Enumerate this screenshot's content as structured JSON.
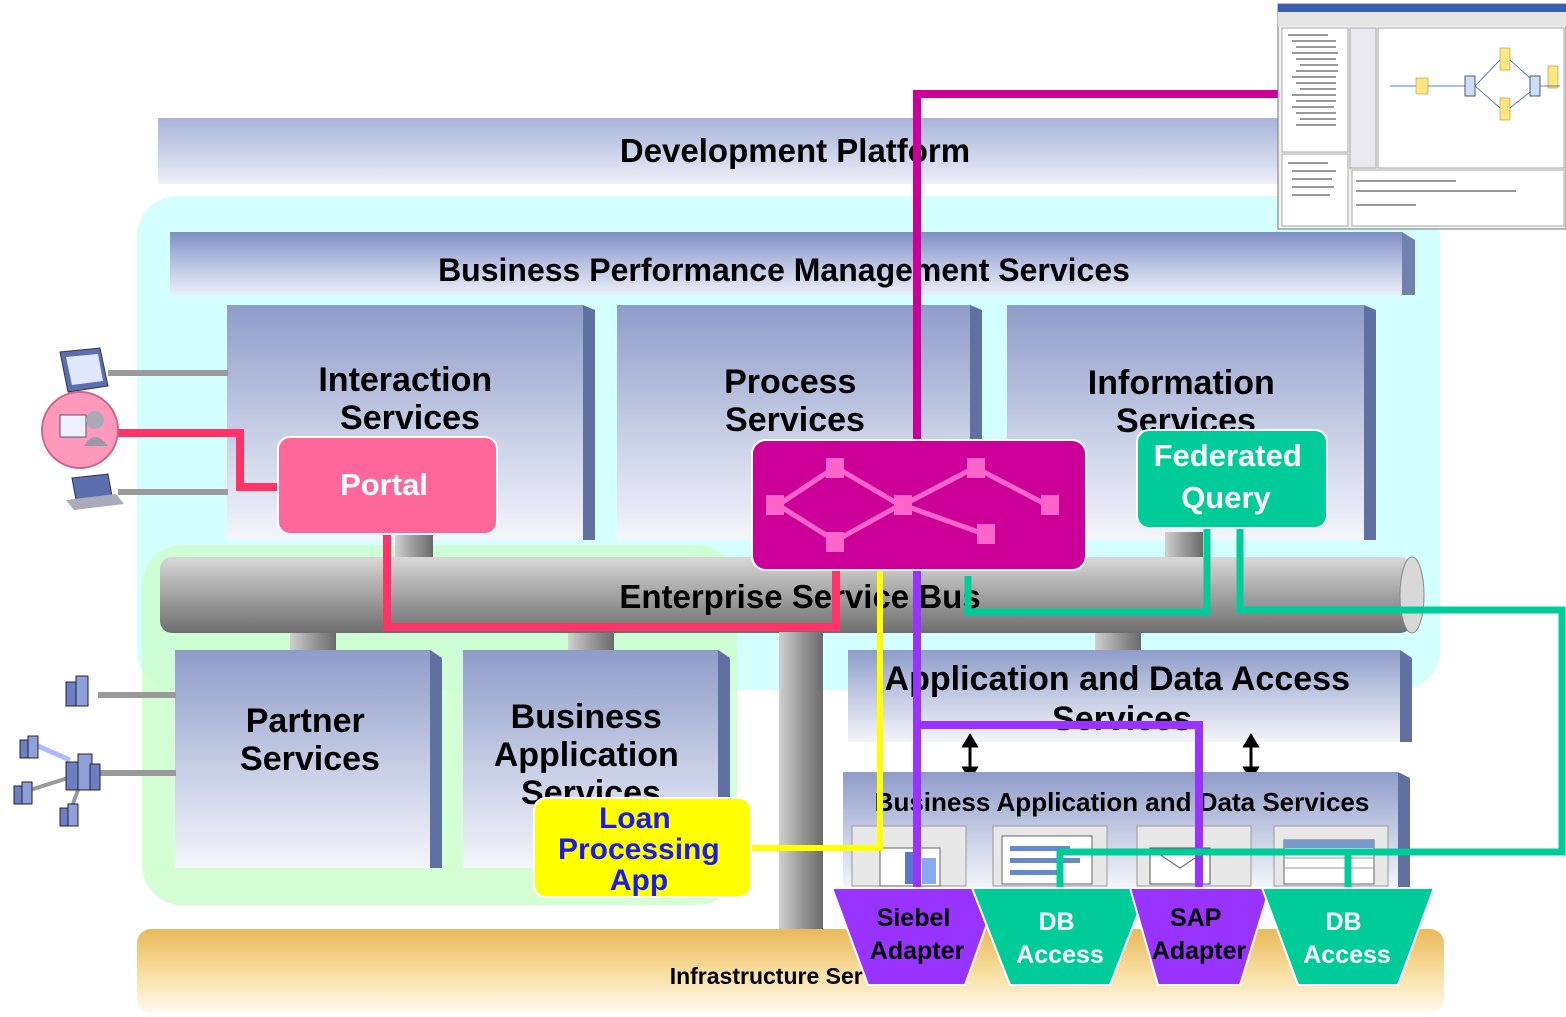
{
  "labels": {
    "development_platform": "Development Platform",
    "bpm_services": "Business Performance Management Services",
    "interaction_services": [
      "Interaction",
      "Services"
    ],
    "process_services": [
      "Process",
      "Services"
    ],
    "information_services": [
      "Information",
      "Services"
    ],
    "portal": "Portal",
    "federated_query": [
      "Federated",
      "Query"
    ],
    "esb": "Enterprise Service Bus",
    "partner_services": [
      "Partner",
      "Services"
    ],
    "business_application_services": [
      "Business",
      "Application",
      "Services"
    ],
    "loan_processing_app": [
      "Loan",
      "Processing",
      "App"
    ],
    "app_data_access_services": [
      "Application and Data Access",
      "Services"
    ],
    "business_app_data_services": "Business Application and Data Services",
    "infrastructure_services": "Infrastructure Services",
    "siebel_adapter": [
      "Siebel",
      "Adapter"
    ],
    "db_access_1": [
      "DB",
      "Access"
    ],
    "sap_adapter": [
      "SAP",
      "Adapter"
    ],
    "db_access_2": [
      "DB",
      "Access"
    ]
  },
  "colors": {
    "magenta_line": "#cc0099",
    "pink_line": "#ff3366",
    "green_line": "#00cc99",
    "yellow_line": "#ffff00",
    "purple_line": "#9933ff",
    "portal_fill": "#ff6699",
    "federated_fill": "#00cc99",
    "process_hub_fill": "#cc0099",
    "loan_fill": "#ffff00",
    "adapter_purple": "#9933ff",
    "adapter_green": "#00cc99"
  },
  "icons": {
    "users": [
      "desktop-monitor-icon",
      "person-at-computer-icon",
      "laptop-icon"
    ],
    "partners": [
      "building-icon",
      "network-buildings-icon"
    ],
    "data_services": [
      "chart-window-icon",
      "table-window-icon",
      "document-stack-icon",
      "spreadsheet-window-icon"
    ],
    "screenshot": "eclipse-ide-screenshot-thumbnail"
  }
}
